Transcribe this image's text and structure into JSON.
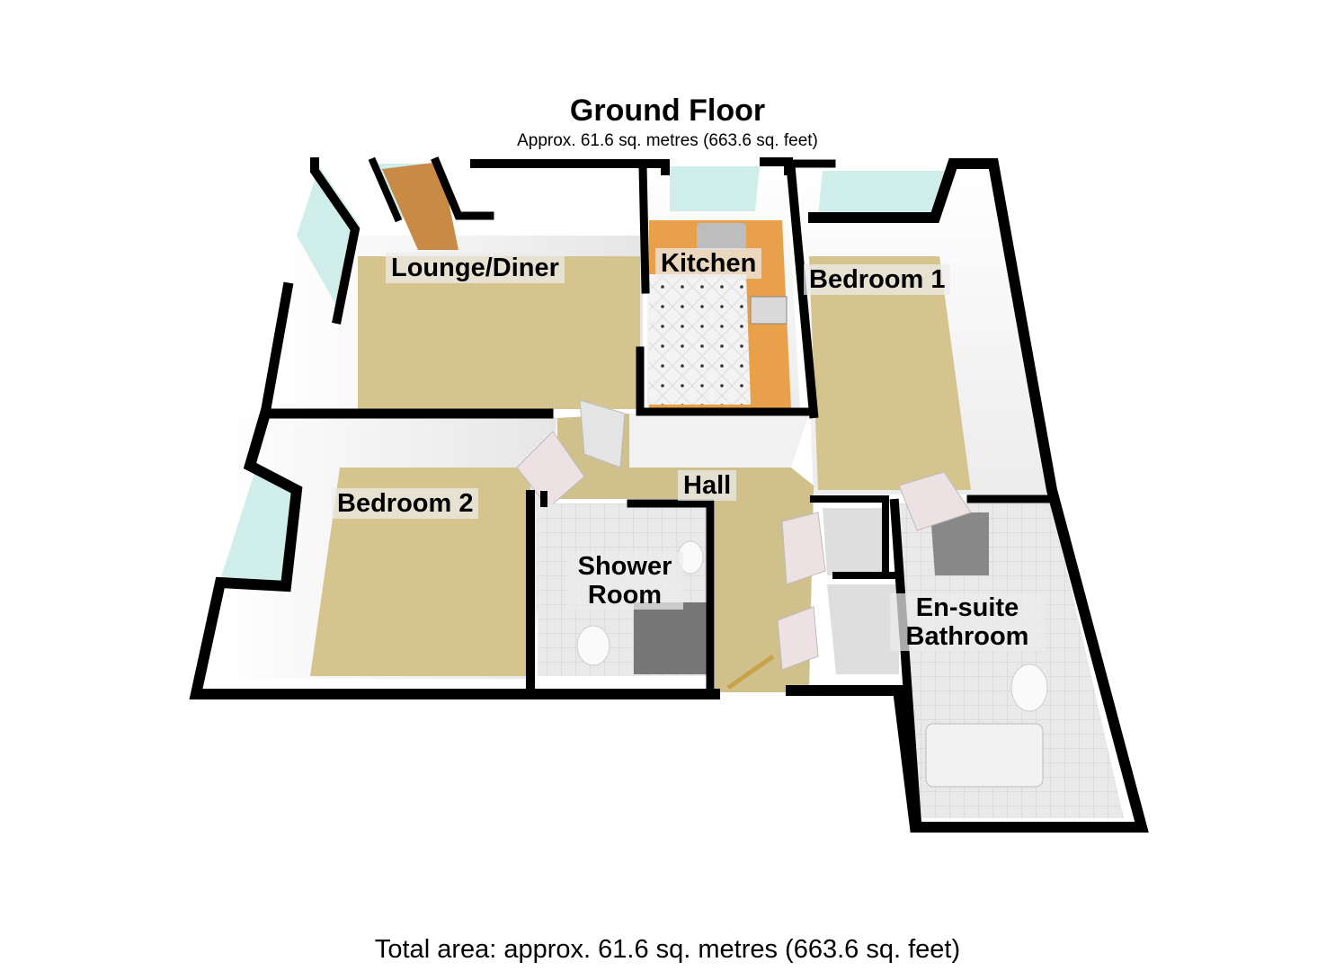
{
  "header": {
    "title": "Ground Floor",
    "subtitle": "Approx. 61.6 sq. metres (663.6 sq. feet)"
  },
  "rooms": [
    {
      "name": "Lounge/Diner",
      "floor": "carpet"
    },
    {
      "name": "Kitchen",
      "floor": "tile"
    },
    {
      "name": "Bedroom 1",
      "floor": "carpet"
    },
    {
      "name": "Bedroom 2",
      "floor": "carpet"
    },
    {
      "name": "Hall",
      "floor": "carpet"
    },
    {
      "name": "Shower Room",
      "line1": "Shower",
      "line2": "Room",
      "floor": "tile"
    },
    {
      "name": "En-suite Bathroom",
      "line1": "En-suite",
      "line2": "Bathroom",
      "floor": "tile"
    }
  ],
  "footer": {
    "total_area": "Total area: approx. 61.6 sq. metres (663.6 sq. feet)"
  },
  "colors": {
    "wall": "#000000",
    "carpet": "#d6c48e",
    "kitchen_worktop": "#e8a04a",
    "tile_floor": "#eeeeee",
    "window_glass": "#cfeeea",
    "wall_face": "#f4f4f4",
    "door_wood": "#c98a45"
  }
}
